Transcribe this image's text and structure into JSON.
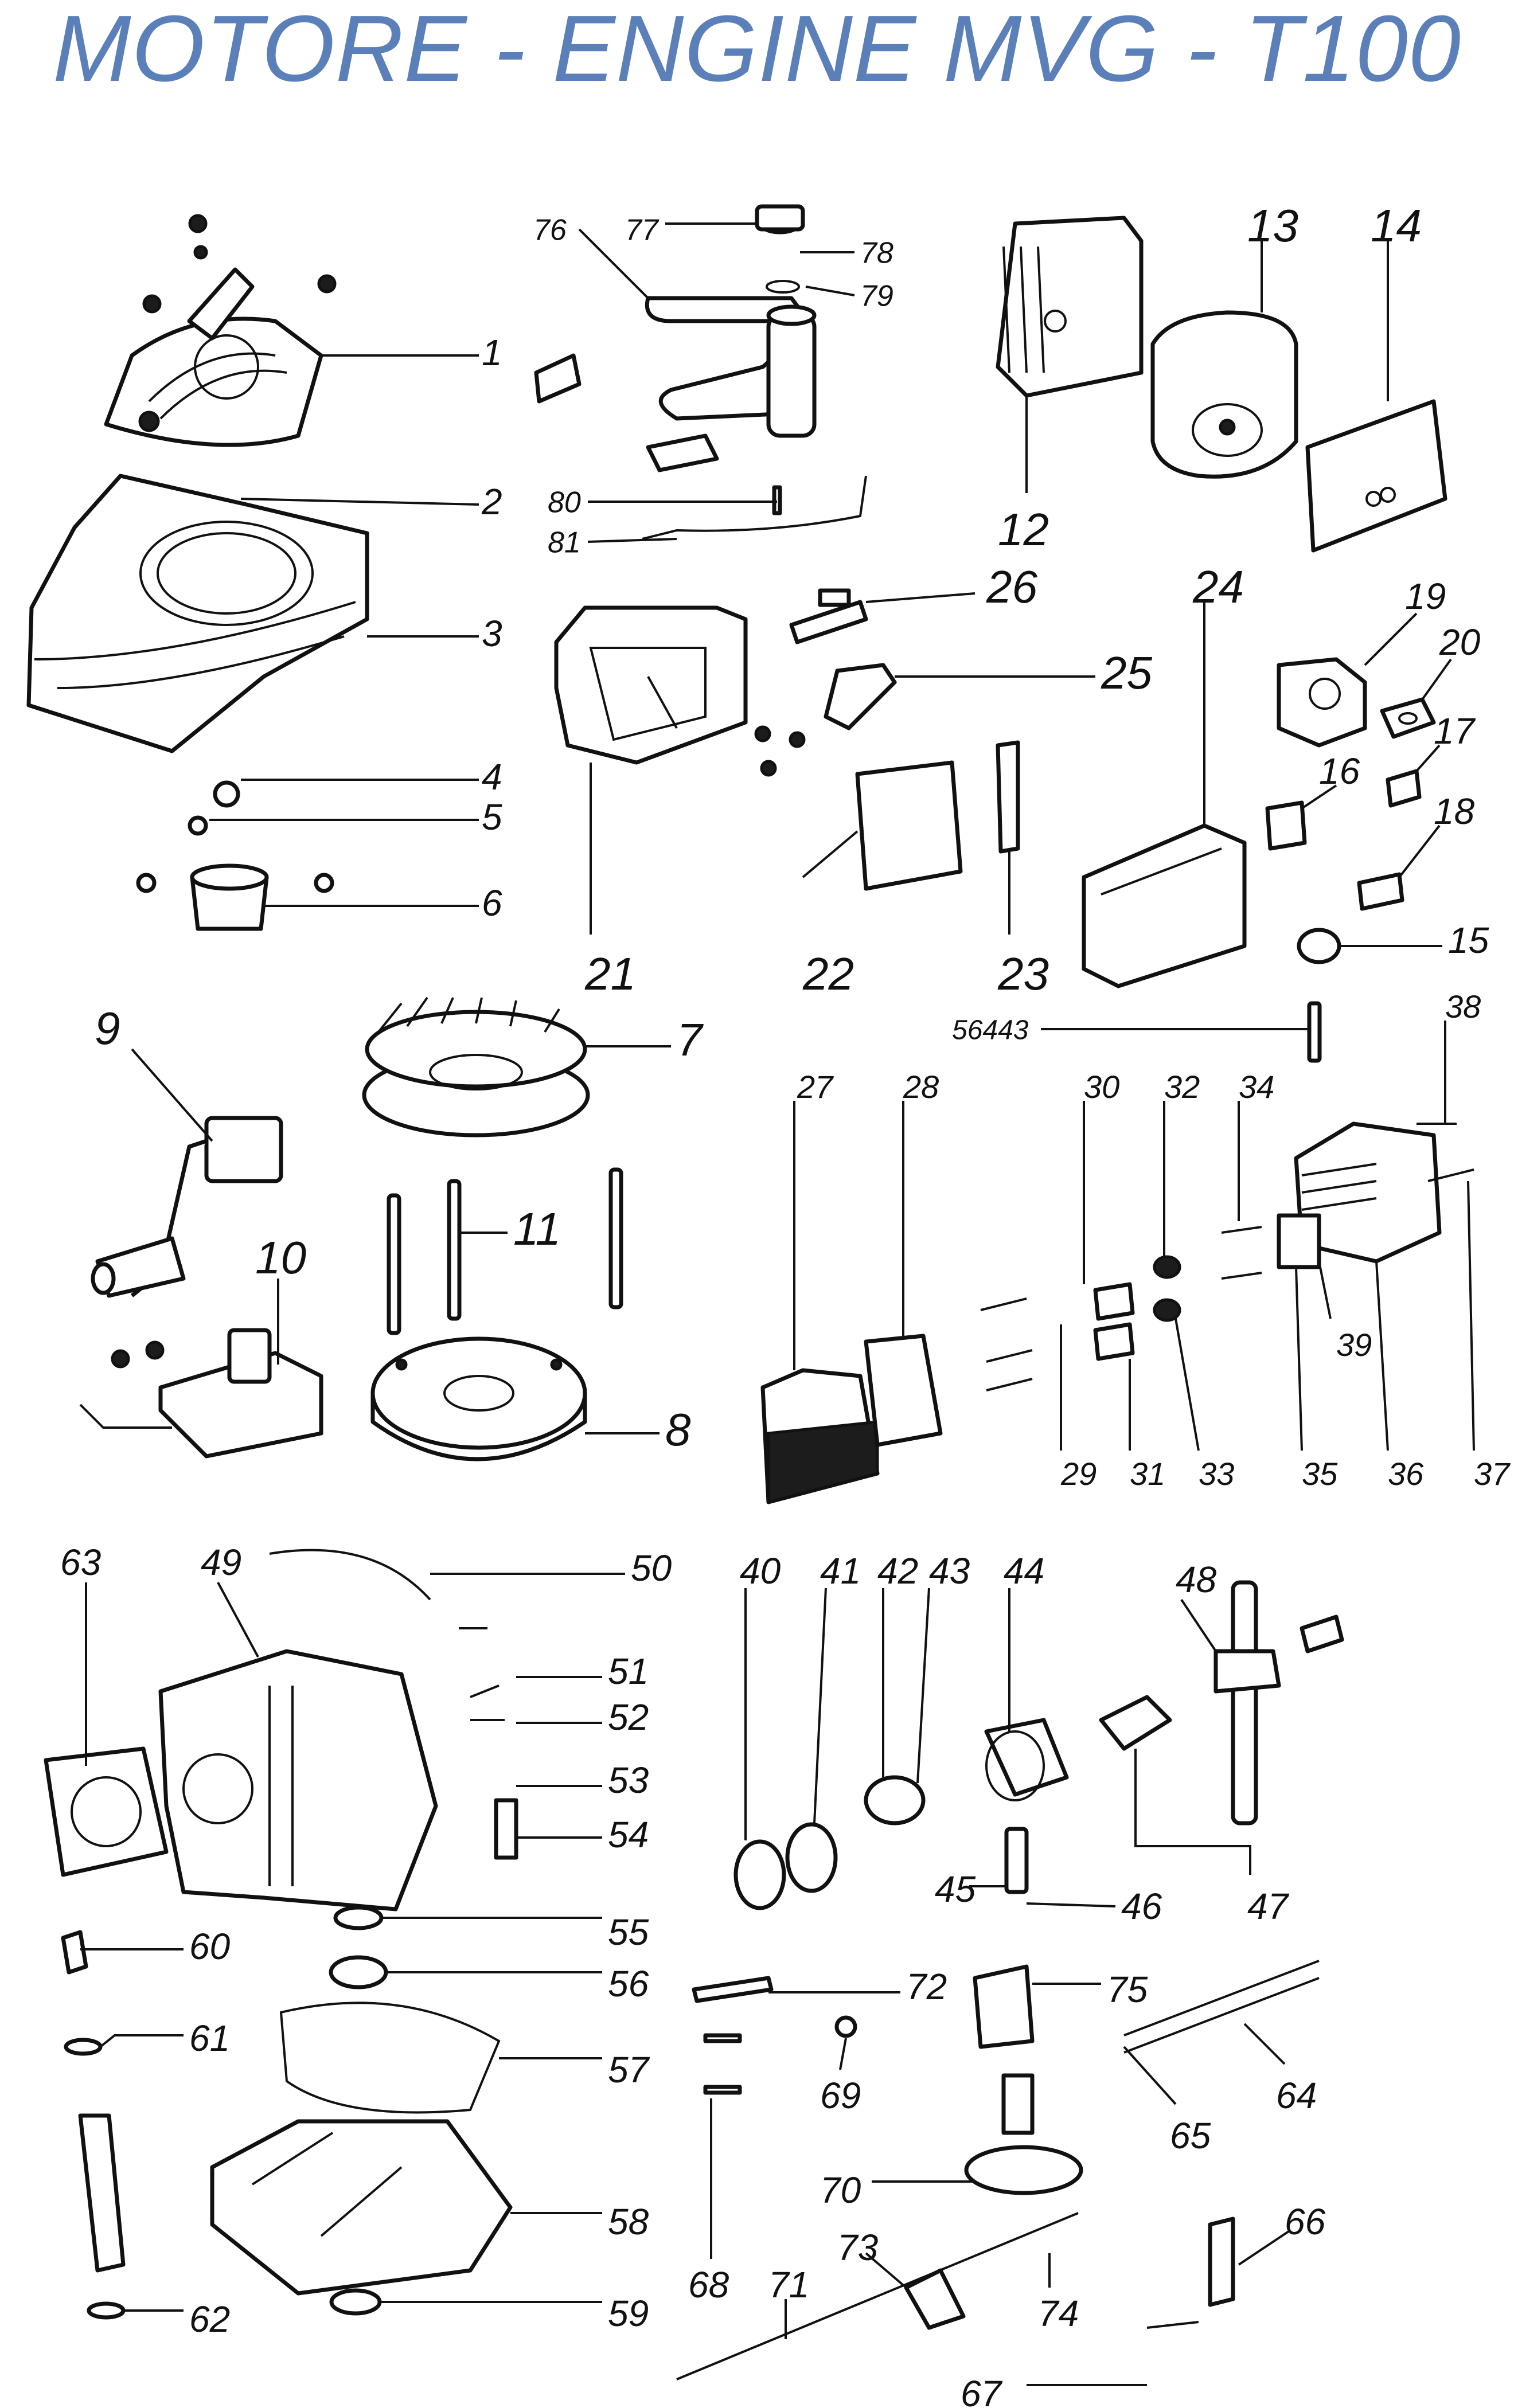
{
  "title": "MOTORE - ENGINE  MVG - T100",
  "callouts": [
    {
      "id": "c1",
      "text": "1"
    },
    {
      "id": "c2",
      "text": "2"
    },
    {
      "id": "c3",
      "text": "3"
    },
    {
      "id": "c4",
      "text": "4"
    },
    {
      "id": "c5",
      "text": "5"
    },
    {
      "id": "c6",
      "text": "6"
    },
    {
      "id": "c7",
      "text": "7"
    },
    {
      "id": "c8",
      "text": "8"
    },
    {
      "id": "c9",
      "text": "9"
    },
    {
      "id": "c10",
      "text": "10"
    },
    {
      "id": "c11",
      "text": "11"
    },
    {
      "id": "c12",
      "text": "12"
    },
    {
      "id": "c13",
      "text": "13"
    },
    {
      "id": "c14",
      "text": "14"
    },
    {
      "id": "c15",
      "text": "15"
    },
    {
      "id": "c16",
      "text": "16"
    },
    {
      "id": "c17",
      "text": "17"
    },
    {
      "id": "c18",
      "text": "18"
    },
    {
      "id": "c19",
      "text": "19"
    },
    {
      "id": "c20",
      "text": "20"
    },
    {
      "id": "c21",
      "text": "21"
    },
    {
      "id": "c22",
      "text": "22"
    },
    {
      "id": "c23",
      "text": "23"
    },
    {
      "id": "c24",
      "text": "24"
    },
    {
      "id": "c25",
      "text": "25"
    },
    {
      "id": "c26",
      "text": "26"
    },
    {
      "id": "c27",
      "text": "27"
    },
    {
      "id": "c28",
      "text": "28"
    },
    {
      "id": "c29",
      "text": "29"
    },
    {
      "id": "c30",
      "text": "30"
    },
    {
      "id": "c31",
      "text": "31"
    },
    {
      "id": "c32",
      "text": "32"
    },
    {
      "id": "c33",
      "text": "33"
    },
    {
      "id": "c34",
      "text": "34"
    },
    {
      "id": "c35",
      "text": "35"
    },
    {
      "id": "c36",
      "text": "36"
    },
    {
      "id": "c37",
      "text": "37"
    },
    {
      "id": "c38",
      "text": "38"
    },
    {
      "id": "c39",
      "text": "39"
    },
    {
      "id": "c40",
      "text": "40"
    },
    {
      "id": "c41",
      "text": "41"
    },
    {
      "id": "c42",
      "text": "42"
    },
    {
      "id": "c43",
      "text": "43"
    },
    {
      "id": "c44",
      "text": "44"
    },
    {
      "id": "c45",
      "text": "45"
    },
    {
      "id": "c46",
      "text": "46"
    },
    {
      "id": "c47",
      "text": "47"
    },
    {
      "id": "c48",
      "text": "48"
    },
    {
      "id": "c49",
      "text": "49"
    },
    {
      "id": "c50",
      "text": "50"
    },
    {
      "id": "c51",
      "text": "51"
    },
    {
      "id": "c52",
      "text": "52"
    },
    {
      "id": "c53",
      "text": "53"
    },
    {
      "id": "c54",
      "text": "54"
    },
    {
      "id": "c55",
      "text": "55"
    },
    {
      "id": "c56",
      "text": "56"
    },
    {
      "id": "c57",
      "text": "57"
    },
    {
      "id": "c58",
      "text": "58"
    },
    {
      "id": "c59",
      "text": "59"
    },
    {
      "id": "c60",
      "text": "60"
    },
    {
      "id": "c61",
      "text": "61"
    },
    {
      "id": "c62",
      "text": "62"
    },
    {
      "id": "c63",
      "text": "63"
    },
    {
      "id": "c64",
      "text": "64"
    },
    {
      "id": "c65",
      "text": "65"
    },
    {
      "id": "c66",
      "text": "66"
    },
    {
      "id": "c67",
      "text": "67"
    },
    {
      "id": "c68",
      "text": "68"
    },
    {
      "id": "c69",
      "text": "69"
    },
    {
      "id": "c70",
      "text": "70"
    },
    {
      "id": "c71",
      "text": "71"
    },
    {
      "id": "c72",
      "text": "72"
    },
    {
      "id": "c73",
      "text": "73"
    },
    {
      "id": "c74",
      "text": "74"
    },
    {
      "id": "c75",
      "text": "75"
    },
    {
      "id": "c76",
      "text": "76"
    },
    {
      "id": "c77",
      "text": "77"
    },
    {
      "id": "c78",
      "text": "78"
    },
    {
      "id": "c79",
      "text": "79"
    },
    {
      "id": "c80",
      "text": "80"
    },
    {
      "id": "c81",
      "text": "81"
    },
    {
      "id": "c56443",
      "text": "56443"
    }
  ]
}
